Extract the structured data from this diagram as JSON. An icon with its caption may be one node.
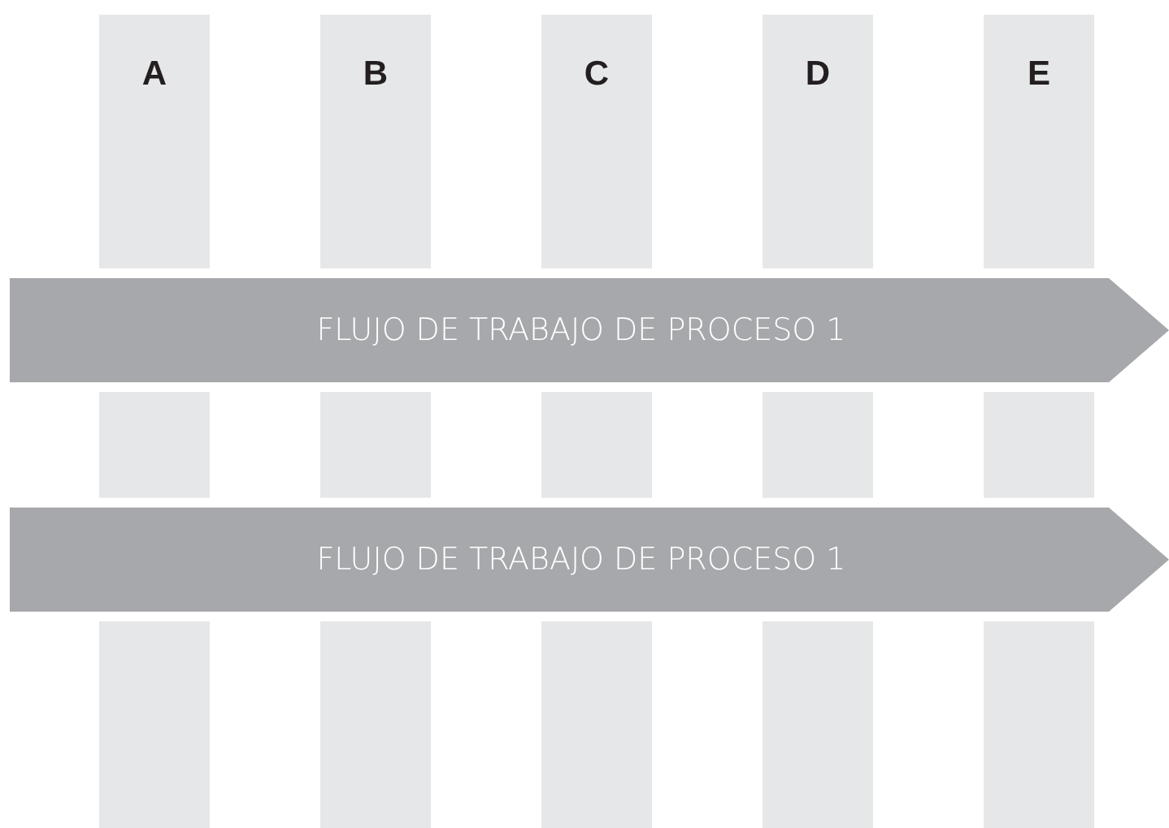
{
  "diagram": {
    "nodes": [
      {
        "text": [
          "A"
        ]
      },
      {
        "text": [
          "B"
        ]
      },
      {
        "text": [
          "C"
        ]
      },
      {
        "text": [
          "D"
        ]
      },
      {
        "text": [
          "E"
        ]
      },
      {
        "text": [
          "FLUJO DE TRABAJO DE PROCESO 1"
        ]
      },
      {
        "text": [
          "FLUJO DE TRABAJO DE PROCESO 1"
        ]
      }
    ]
  }
}
